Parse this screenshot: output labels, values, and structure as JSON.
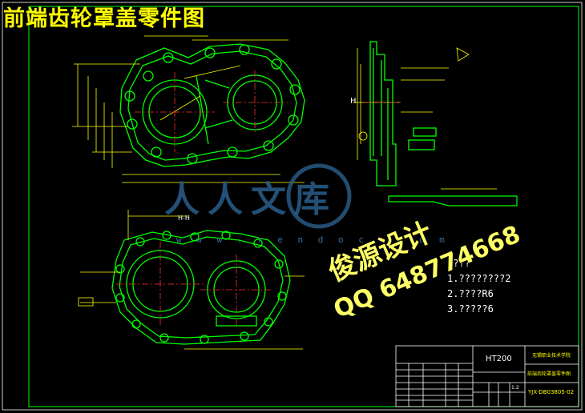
{
  "title": "前端齿轮罩盖零件图",
  "watermark": {
    "brand": "人人文库",
    "url": "w w w . r e n d o c . c o m"
  },
  "promo": {
    "line1": "俊源设计",
    "line2": "QQ 648774668"
  },
  "notes": [
    "????",
    "1.????????2",
    "2.????R6",
    "3.?????6"
  ],
  "view_labels": {
    "section": "H-H",
    "side_mark": "H"
  },
  "title_block": {
    "material": "HT200",
    "school": "无锡职业技术学院",
    "drawing_name": "前端齿轮罩盖零件图",
    "drawing_no": "YJX-DB03805-02",
    "scale": "1:2"
  },
  "colors": {
    "background": "#000000",
    "frame": "#00ff00",
    "outline": "#00ff00",
    "dimension": "#ffff00",
    "center_line": "#ff3030",
    "text": "#ffffff",
    "title": "#ffff00"
  }
}
